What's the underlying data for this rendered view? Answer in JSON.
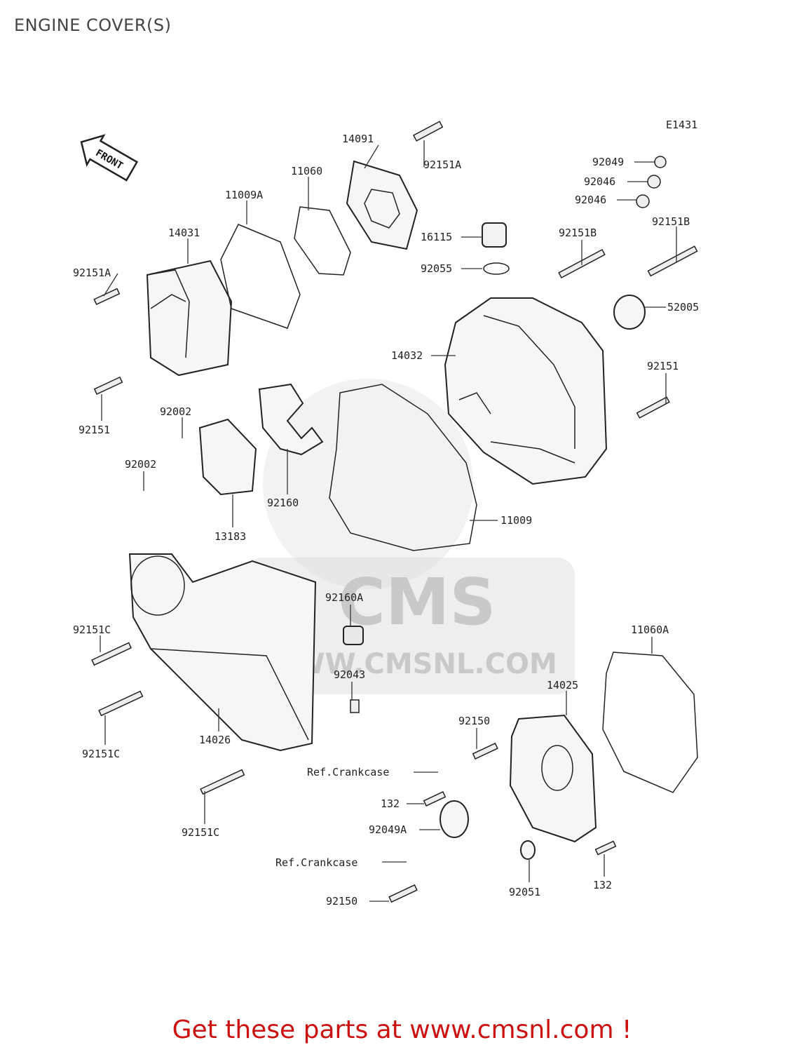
{
  "page": {
    "title": "ENGINE COVER(S)"
  },
  "diagram": {
    "code": "E1431",
    "front_badge": "FRONT",
    "watermark": {
      "brand": "CMS",
      "url": "WWW.CMSNL.COM"
    },
    "labels": {
      "p14091": "14091",
      "p92151A_top": "92151A",
      "p11060": "11060",
      "p11009A": "11009A",
      "p14031": "14031",
      "p92151A_left": "92151A",
      "p92151_left": "92151",
      "p92049": "92049",
      "p92046a": "92046",
      "p92046b": "92046",
      "p16115": "16115",
      "p92055": "92055",
      "p92151B_a": "92151B",
      "p92151B_b": "92151B",
      "p52005": "52005",
      "p14032": "14032",
      "p92151_right": "92151",
      "p92002a": "92002",
      "p92002b": "92002",
      "p92160": "92160",
      "p13183": "13183",
      "p11009": "11009",
      "p92160A": "92160A",
      "p92151C_a": "92151C",
      "p92043": "92043",
      "p92151C_b": "92151C",
      "p14026": "14026",
      "p92151C_c": "92151C",
      "p11060A": "11060A",
      "p14025": "14025",
      "p92150_a": "92150",
      "ref_crankcase_a": "Ref.Crankcase",
      "p132_a": "132",
      "p92049A": "92049A",
      "ref_crankcase_b": "Ref.Crankcase",
      "p92150_b": "92150",
      "p92051": "92051",
      "p132_b": "132"
    }
  },
  "footer": {
    "text": "Get these parts at www.cmsnl.com !"
  }
}
